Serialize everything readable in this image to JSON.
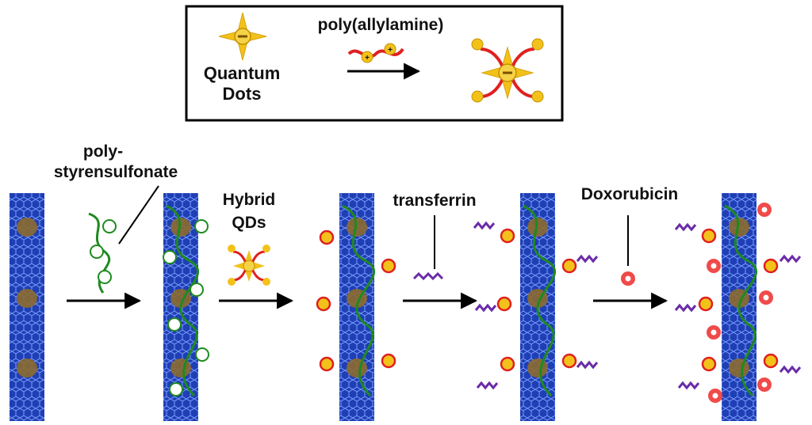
{
  "legend": {
    "quantum_dots_line1": "Quantum",
    "quantum_dots_line2": "Dots",
    "polymer_label": "poly(allylamine)"
  },
  "steps": {
    "pss_line1": "poly-",
    "pss_line2": "styrensulfonate",
    "hybrid_line1": "Hybrid",
    "hybrid_line2": "QDs",
    "transferrin": "transferrin",
    "doxorubicin": "Doxorubicin"
  },
  "colors": {
    "nanotube": "#1f3fb4",
    "nanotube_light": "#4f74e8",
    "particle": "#8b6a2c",
    "pss": "#1e8a1e",
    "qd": "#f2c21b",
    "polyamine": "#e02020",
    "transferrin": "#6a2ca8",
    "doxorubicin": "#f04a4a"
  },
  "icons": {
    "negative": "minus-sign",
    "positive": "plus-sign",
    "arrow": "right-arrow"
  }
}
